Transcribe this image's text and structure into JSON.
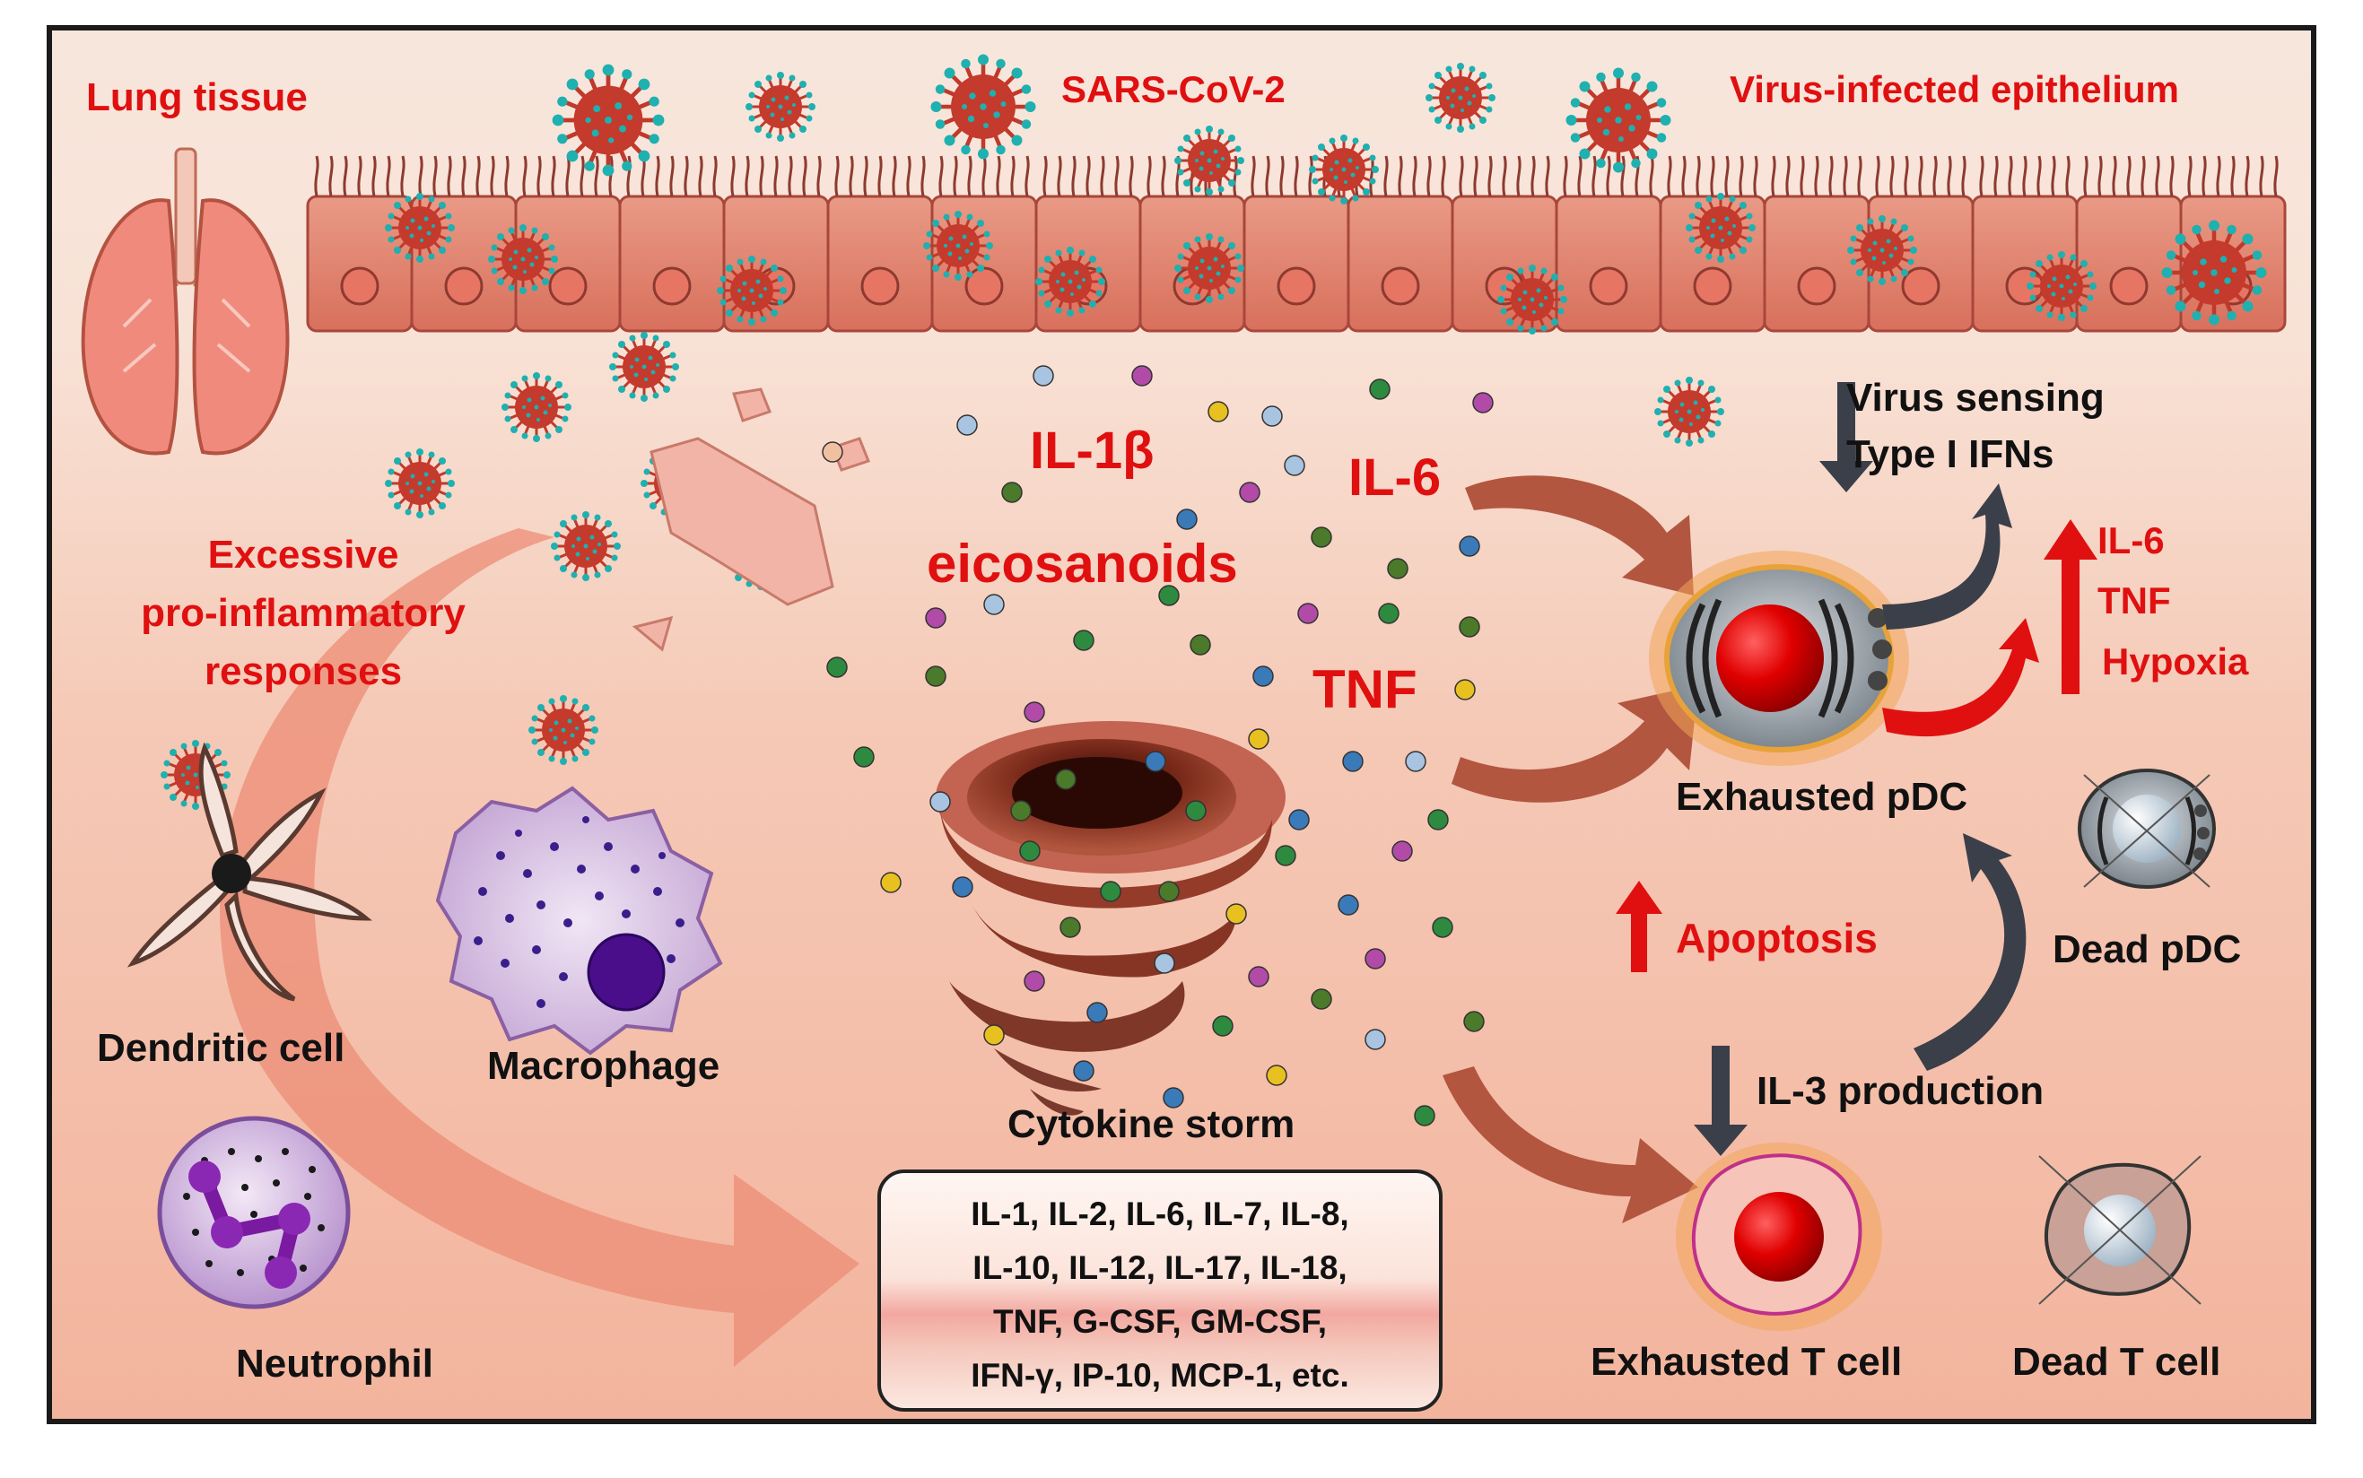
{
  "labels": {
    "lung_tissue": "Lung tissue",
    "sars": "SARS-CoV-2",
    "virus_infected": "Virus-infected epithelium",
    "il1b": "IL-1β",
    "il6": "IL-6",
    "eicosanoids": "eicosanoids",
    "tnf": "TNF",
    "virus_sensing": "Virus sensing",
    "type1_ifns": "Type I IFNs",
    "right_il6": "IL-6",
    "right_tnf": "TNF",
    "hypoxia": "Hypoxia",
    "exhausted_pdc": "Exhausted pDC",
    "dead_pdc": "Dead pDC",
    "apoptosis": "Apoptosis",
    "il3_production": "IL-3 production",
    "exhausted_t": "Exhausted T cell",
    "dead_t": "Dead T cell",
    "cytokine_storm": "Cytokine storm",
    "excessive_1": "Excessive",
    "excessive_2": "pro-inflammatory",
    "excessive_3": "responses",
    "dendritic_cell": "Dendritic cell",
    "macrophage": "Macrophage",
    "neutrophil": "Neutrophil"
  },
  "cytokine_list": [
    "IL-1, IL-2, IL-6, IL-7, IL-8,",
    "IL-10, IL-12, IL-17, IL-18,",
    "TNF, G-CSF, GM-CSF,",
    "IFN-γ, IP-10, MCP-1, etc."
  ],
  "colors": {
    "label_red": "#e01010",
    "label_black": "#111111",
    "epithelium": "#e07a68",
    "virus": "#c0392b",
    "virus_spike": "#1aa5a5",
    "background_top": "#f6ddd0",
    "background_bottom": "#f0a590"
  }
}
